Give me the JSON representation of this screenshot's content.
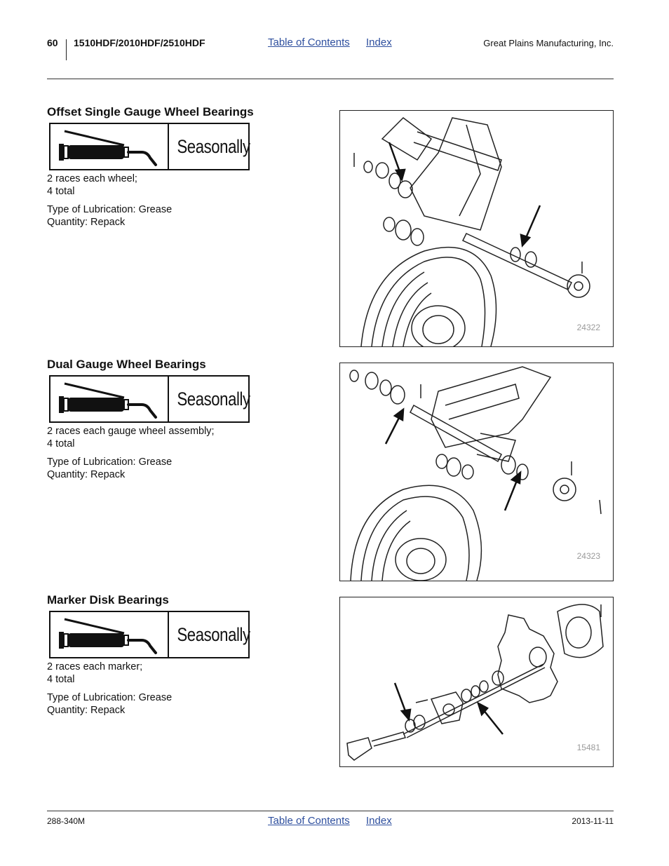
{
  "header": {
    "page_number": "60",
    "model": "1510HDF/2010HDF/2510HDF",
    "toc_link": "Table of Contents",
    "index_link": "Index",
    "company": "Great Plains Manufacturing, Inc."
  },
  "sections": [
    {
      "title": "Offset Single Gauge Wheel Bearings",
      "frequency": "Seasonally",
      "icon": "grease-gun-icon",
      "description": [
        "2 races each wheel;",
        "4 total"
      ],
      "lubrication": "Type of Lubrication: Grease",
      "quantity": "Quantity: Repack",
      "figure_number": "24322"
    },
    {
      "title": "Dual Gauge Wheel Bearings",
      "frequency": "Seasonally",
      "icon": "grease-gun-icon",
      "description": [
        "2 races each gauge wheel assembly;",
        "4 total"
      ],
      "lubrication": "Type of Lubrication: Grease",
      "quantity": "Quantity: Repack",
      "figure_number": "24323"
    },
    {
      "title": "Marker Disk Bearings",
      "frequency": "Seasonally",
      "icon": "grease-gun-icon",
      "description": [
        "2 races each marker;",
        "4 total"
      ],
      "lubrication": "Type of Lubrication: Grease",
      "quantity": "Quantity: Repack",
      "figure_number": "15481"
    }
  ],
  "footer": {
    "doc_number": "288-340M",
    "toc_link": "Table of Contents",
    "index_link": "Index",
    "date": "2013-11-11"
  }
}
